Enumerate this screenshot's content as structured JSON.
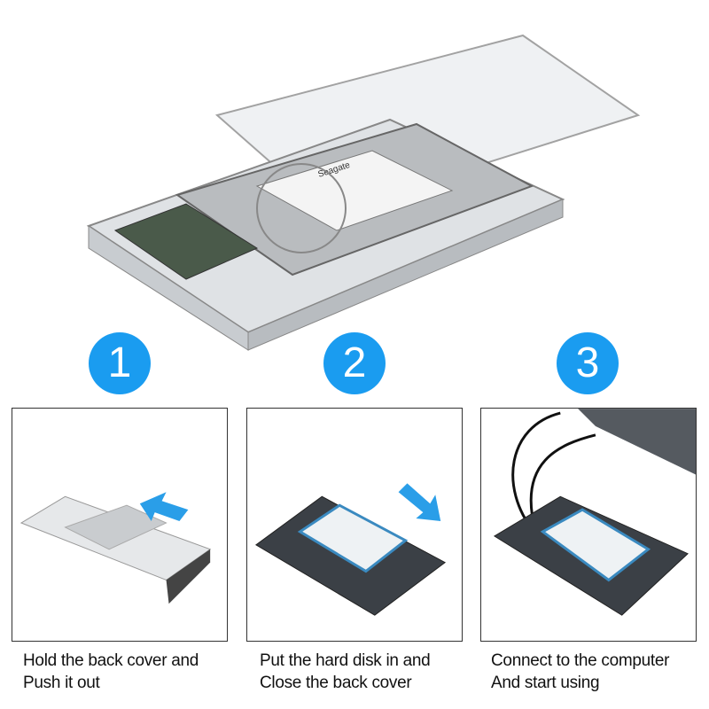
{
  "hero": {
    "drive_brand": "Seagate"
  },
  "steps": [
    {
      "number": "1",
      "caption_line1": "Hold the back cover and",
      "caption_line2": "Push it out"
    },
    {
      "number": "2",
      "caption_line1": "Put the hard disk in and",
      "caption_line2": "Close the back cover"
    },
    {
      "number": "3",
      "caption_line1": "Connect to the computer",
      "caption_line2": "And start using"
    }
  ],
  "colors": {
    "badge": "#1a9cf0",
    "arrow": "#2a9ee8"
  }
}
